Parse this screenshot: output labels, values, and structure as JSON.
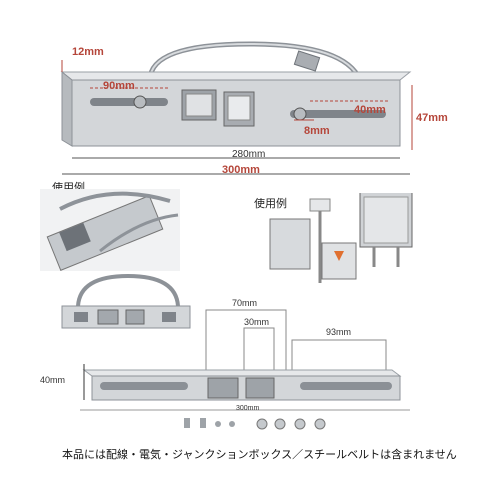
{
  "top_diagram": {
    "thickness_label": "12mm",
    "slot_length_label": "90mm",
    "slot_width_label": "40mm",
    "hole_label": "8mm",
    "height_label": "47mm",
    "inner_length_label": "280mm",
    "total_length_label": "300mm"
  },
  "usage_left": {
    "caption": "使用例"
  },
  "usage_right": {
    "caption": "使用例"
  },
  "bottom_diagram": {
    "center_slot_label": "70mm",
    "window_label": "30mm",
    "right_slot_label": "93mm",
    "height_label": "40mm",
    "length_label": "300mm"
  },
  "footer": {
    "note": "本品には配線・電気・ジャンクションボックス／スチールベルトは含まれません"
  },
  "colors": {
    "dimension_red": "#b5463a",
    "steel": "#c9ccd0"
  }
}
